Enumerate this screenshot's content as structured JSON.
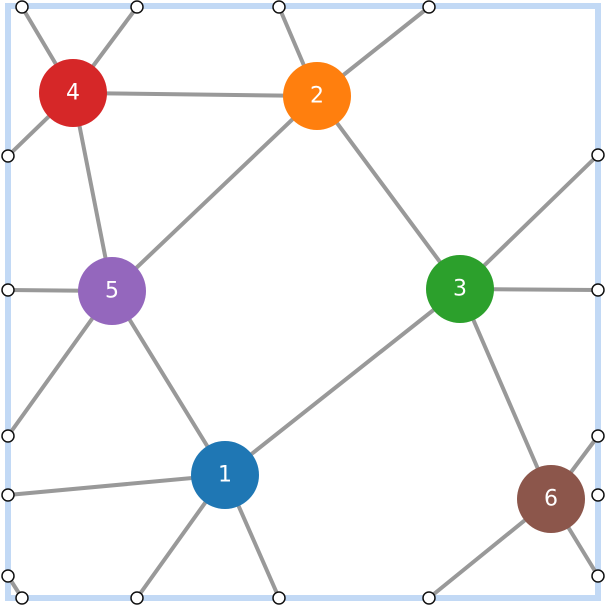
{
  "nodes": [
    {
      "id": "1",
      "label": "1",
      "color": "#1f77b4"
    },
    {
      "id": "2",
      "label": "2",
      "color": "#ff7f0e"
    },
    {
      "id": "3",
      "label": "3",
      "color": "#2ca02c"
    },
    {
      "id": "4",
      "label": "4",
      "color": "#d62728"
    },
    {
      "id": "5",
      "label": "5",
      "color": "#9467bd"
    },
    {
      "id": "6",
      "label": "6",
      "color": "#8c564b"
    }
  ],
  "colors": {
    "edge": "#999999",
    "border": "#c2d9f5",
    "port_fill": "#ffffff",
    "port_stroke": "#111111"
  }
}
